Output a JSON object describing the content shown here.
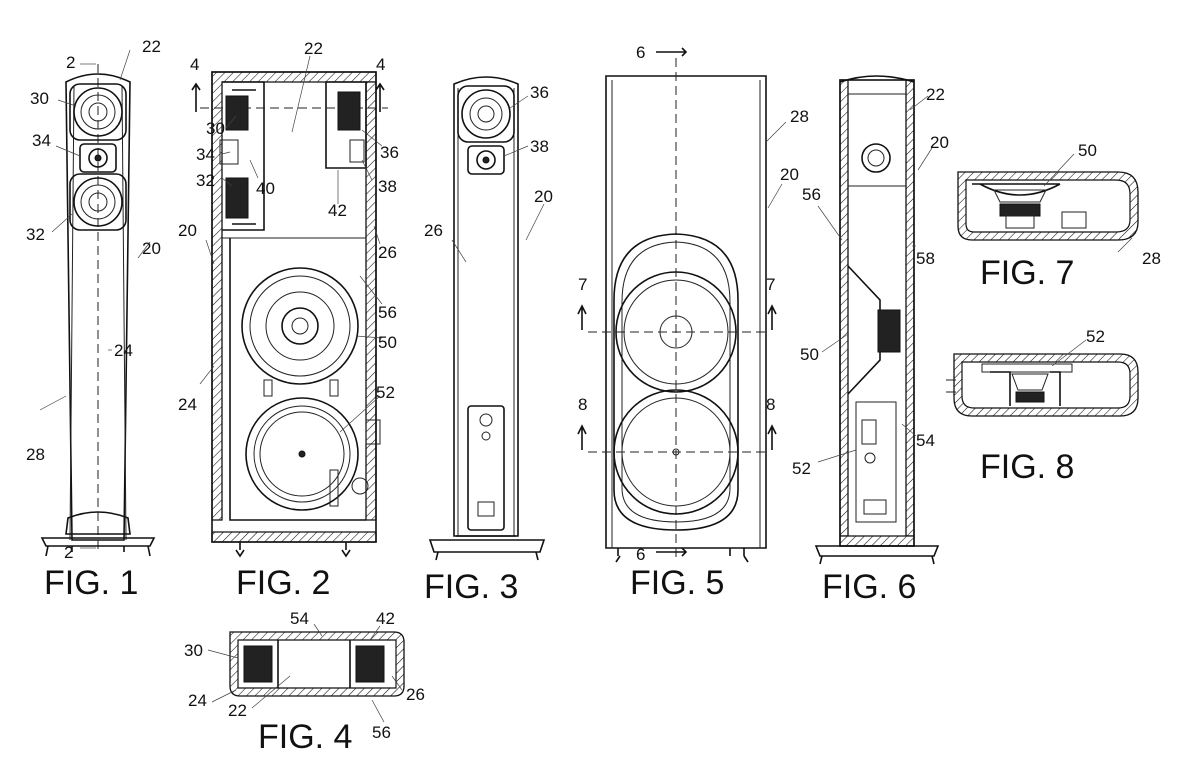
{
  "figures": {
    "fig1": "FIG. 1",
    "fig2": "FIG. 2",
    "fig3": "FIG. 3",
    "fig4": "FIG. 4",
    "fig5": "FIG. 5",
    "fig6": "FIG. 6",
    "fig7": "FIG. 7",
    "fig8": "FIG. 8"
  },
  "refs": {
    "f1_2top": "2",
    "f1_22": "22",
    "f1_30": "30",
    "f1_34": "34",
    "f1_32": "32",
    "f1_20": "20",
    "f1_24": "24",
    "f1_28": "28",
    "f1_2bot": "2",
    "f2_4l": "4",
    "f2_4r": "4",
    "f2_22": "22",
    "f2_30": "30",
    "f2_34": "34",
    "f2_32": "32",
    "f2_40": "40",
    "f2_36": "36",
    "f2_38": "38",
    "f2_42": "42",
    "f2_20": "20",
    "f2_26": "26",
    "f2_56": "56",
    "f2_50": "50",
    "f2_24": "24",
    "f2_52": "52",
    "f3_36": "36",
    "f3_38": "38",
    "f3_20": "20",
    "f3_26": "26",
    "f5_6top": "6",
    "f5_28": "28",
    "f5_20": "20",
    "f5_7l": "7",
    "f5_7r": "7",
    "f5_8l": "8",
    "f5_8r": "8",
    "f5_6bot": "6",
    "f6_22": "22",
    "f6_20": "20",
    "f6_56": "56",
    "f6_58": "58",
    "f6_50": "50",
    "f6_54": "54",
    "f6_52": "52",
    "f7_50": "50",
    "f7_28": "28",
    "f8_52": "52",
    "f4_54": "54",
    "f4_42": "42",
    "f4_30": "30",
    "f4_26": "26",
    "f4_24": "24",
    "f4_22": "22",
    "f4_56": "56"
  }
}
